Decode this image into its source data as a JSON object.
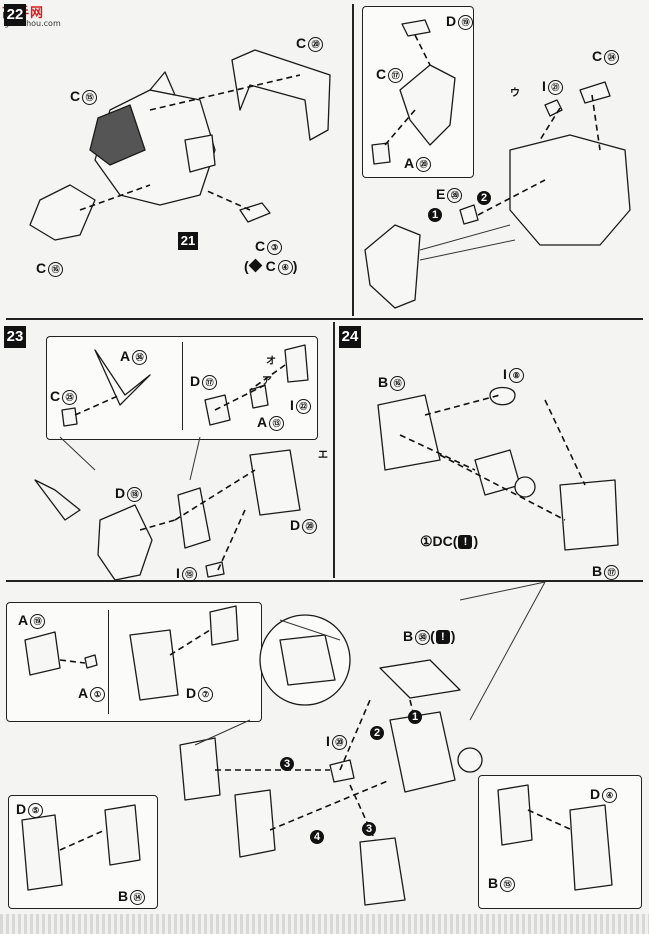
{
  "watermark": {
    "site": "高手网",
    "url": "gao-shou.com"
  },
  "steps": [
    "22",
    "23",
    "24",
    "21"
  ],
  "labels": {
    "c20": "C",
    "c20n": "⑳",
    "c15": "C",
    "c15n": "⑮",
    "c16": "C",
    "c16n": "⑯",
    "c3": "C",
    "c3n": "③",
    "c4": "C",
    "c4n": "④",
    "d19": "D",
    "d19n": "⑲",
    "c17": "C",
    "c17n": "⑰",
    "a20": "A",
    "a20n": "⑳",
    "e39": "E",
    "e39n": "㊴",
    "i21": "I",
    "i21n": "㉑",
    "c24": "C",
    "c24n": "㉔",
    "a36": "A",
    "a36n": "㊱",
    "c25": "C",
    "c25n": "㉕",
    "d17": "D",
    "d17n": "⑰",
    "i22": "I",
    "i22n": "㉒",
    "a13": "A",
    "a13n": "⑬",
    "d18": "D",
    "d18n": "⑱",
    "d20": "D",
    "d20n": "⑳",
    "i15": "I",
    "i15n": "⑮",
    "b16": "B",
    "b16n": "⑯",
    "i8": "I",
    "i8n": "⑧",
    "dc1": "①DC(",
    "dc1end": ")",
    "b17": "B",
    "b17n": "⑰",
    "a19": "A",
    "a19n": "⑲",
    "a1": "A",
    "a1n": "①",
    "d7": "D",
    "d7n": "⑦",
    "b30": "B",
    "b30n": "㉚",
    "b30paren_open": "(",
    "b30paren_close": ")",
    "i20": "I",
    "i20n": "⑳",
    "d5": "D",
    "d5n": "⑤",
    "b14": "B",
    "b14n": "⑭",
    "d4": "D",
    "d4n": "④",
    "b15": "B",
    "b15n": "⑮"
  },
  "markers": {
    "u": "ウ",
    "o": "オ",
    "a": "ア",
    "e": "エ",
    "paren_open": "(",
    "paren_close": ")",
    "one": "1",
    "two": "2",
    "three": "3",
    "four": "4",
    "warn": "!"
  }
}
